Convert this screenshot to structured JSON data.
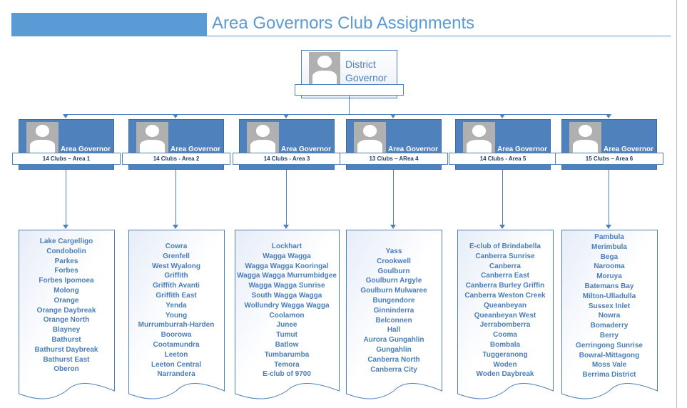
{
  "title": "Area Governors Club Assignments",
  "district": {
    "label_line1": "District",
    "label_line2": "Governor"
  },
  "areas": [
    {
      "role": "Area Governor",
      "banner": "14 Clubs – Area 1",
      "clubs": [
        "Lake Cargelligo",
        "Condobolin",
        "Parkes",
        "Forbes",
        "Forbes Ipomoea",
        "Molong",
        "Orange",
        "Orange Daybreak",
        "Orange North",
        "Blayney",
        "Bathurst",
        "Bathurst Daybreak",
        "Bathurst East",
        "Oberon"
      ]
    },
    {
      "role": "Area Governor",
      "banner": "14 Clubs - Area 2",
      "clubs": [
        "Cowra",
        "Grenfell",
        "West Wyalong",
        "Griffith",
        "Griffith Avanti",
        "Griffith East",
        "Yenda",
        "Young",
        "Murrumburrah-Harden",
        "Boorowa",
        "Cootamundra",
        "Leeton",
        "Leeton Central",
        "Narrandera"
      ]
    },
    {
      "role": "Area Governor",
      "banner": "14 Clubs - Area 3",
      "clubs": [
        "Lockhart",
        "Wagga Wagga",
        "Wagga Wagga Kooringal",
        "Wagga Wagga Murrumbidgee",
        "Wagga Wagga Sunrise",
        "South Wagga Wagga",
        "Wollundry Wagga Wagga",
        "Coolamon",
        "Junee",
        "Tumut",
        "Batlow",
        "Tumbarumba",
        "Temora",
        "E-club of 9700"
      ]
    },
    {
      "role": "Area Governor",
      "banner": "13 Clubs – ARea 4",
      "clubs": [
        "Yass",
        "Crookwell",
        "Goulburn",
        "Goulburn Argyle",
        "Goulburn Mulwaree",
        "Bungendore",
        "Ginninderra",
        "Belconnen",
        "Hall",
        "Aurora Gungahlin",
        "Gungahlin",
        "Canberra North",
        "Canberra City"
      ]
    },
    {
      "role": "Area Governor",
      "banner": "14 Clubs - Area 5",
      "clubs": [
        "E-club of Brindabella",
        "Canberra Sunrise",
        "Canberra",
        "Canberra East",
        "Canberra Burley Griffin",
        "Canberra Weston Creek",
        "Queanbeyan",
        "Queanbeyan West",
        "Jerrabomberra",
        "Cooma",
        "Bombala",
        "Tuggeranong",
        "Woden",
        "Woden Daybreak"
      ]
    },
    {
      "role": "Area Governor",
      "banner": "15 Clubs – Area 6",
      "clubs": [
        "Pambula",
        "Merimbula",
        "Bega",
        "Narooma",
        "Moruya",
        "Batemans Bay",
        "Milton-Ulladulla",
        "Sussex Inlet",
        "Nowra",
        "Bomaderry",
        "Berry",
        "Gerringong Sunrise",
        "Bowral-Mittagong",
        "Moss Vale",
        "Berrima District"
      ]
    }
  ],
  "colors": {
    "accent": "#4f81bd",
    "header": "#5b9bd5",
    "text": "#4a7ebb"
  }
}
